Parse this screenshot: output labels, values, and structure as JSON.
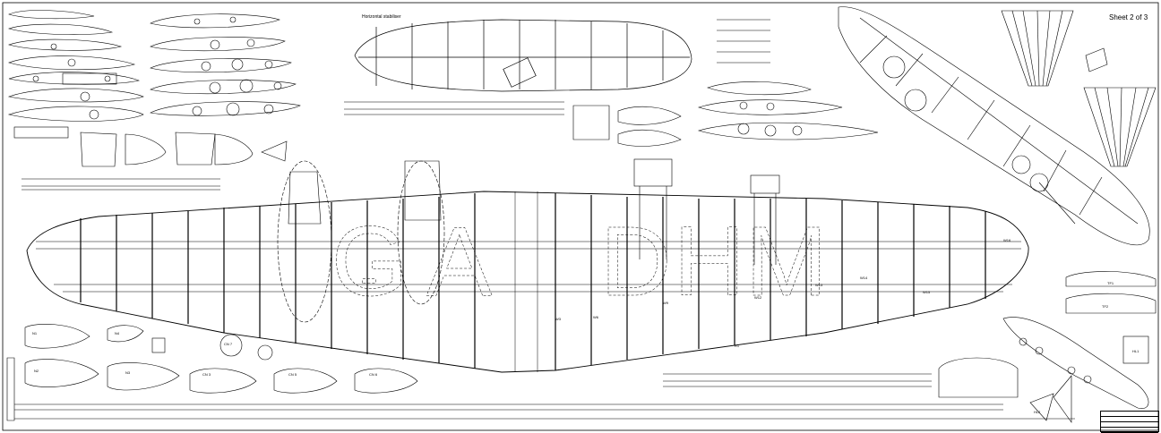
{
  "sheet": {
    "label": "Sheet 2 of 3"
  },
  "tailplane": {
    "title": "Horizontal stabiliser"
  },
  "wing": {
    "registration": [
      "G",
      "-",
      "A",
      "D",
      "H",
      "M"
    ],
    "labels": [
      "W3",
      "W6",
      "W9",
      "W12",
      "W13",
      "W14",
      "W15",
      "W16"
    ],
    "rib_tag": "R1"
  },
  "small_parts": {
    "nacelle_rib_labels": [
      "N1",
      "N2",
      "N3",
      "N4"
    ],
    "cowl_rib_labels": [
      "CN 3",
      "CN 5",
      "CN 6",
      "CN 7"
    ],
    "fin_labels": [
      "TF1",
      "TF2"
    ],
    "tip_labels": [
      "HL1",
      "HL2"
    ]
  },
  "title_block": {
    "rows": [
      "",
      "",
      "",
      ""
    ]
  },
  "colors": {
    "line": "#000000",
    "background": "#ffffff"
  }
}
